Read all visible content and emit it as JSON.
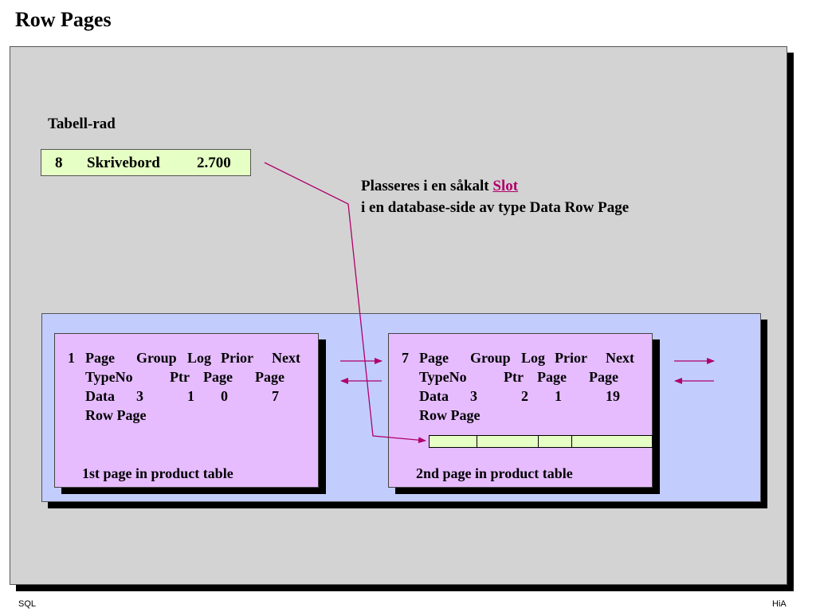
{
  "title": "Row Pages",
  "tabell_label": "Tabell-rad",
  "row": {
    "id": "8",
    "name": "Skrivebord",
    "price": "2.700"
  },
  "description": {
    "line1_prefix": "Plasseres i en såkalt",
    "slot_word": "Slot",
    "line2": "i en database-side av type Data Row Page"
  },
  "headers": {
    "page": "Page",
    "group": "Group",
    "log": "Log",
    "prior": "Prior",
    "next": "Next",
    "typeno": "TypeNo",
    "ptr": "Ptr",
    "page_lower": "Page",
    "page_lower2": "Page",
    "data": "Data",
    "row_page": "Row Page"
  },
  "pages": [
    {
      "number": "1",
      "group": "3",
      "log_ptr": "1",
      "prior": "0",
      "next": "7",
      "caption": "1st page in product table"
    },
    {
      "number": "7",
      "group": "3",
      "log_ptr": "2",
      "prior": "1",
      "next": "19",
      "caption": "2nd page in product table"
    }
  ],
  "footer": {
    "left": "SQL",
    "right": "HiA"
  },
  "colors": {
    "arrow": "#b0006a",
    "row_fill": "#e6ffc4",
    "page_fill": "#e6bcff",
    "panel_blue": "#c2cdfe",
    "panel_gray": "#d3d3d3"
  }
}
